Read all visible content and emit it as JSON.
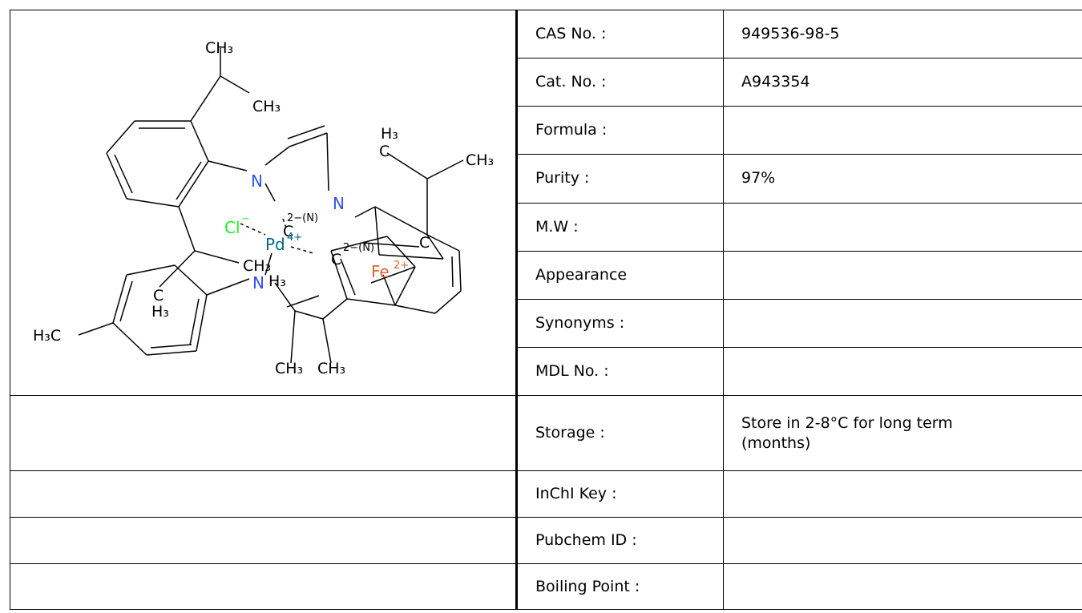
{
  "product": {
    "rows": [
      {
        "label": "CAS No. :",
        "value": "949536-98-5"
      },
      {
        "label": "Cat. No. :",
        "value": "A943354"
      },
      {
        "label": "Formula :",
        "value": ""
      },
      {
        "label": "Purity :",
        "value": "97%"
      },
      {
        "label": "M.W :",
        "value": ""
      },
      {
        "label": "Appearance",
        "value": ""
      },
      {
        "label": "Synonyms :",
        "value": ""
      },
      {
        "label": "MDL No. :",
        "value": ""
      }
    ],
    "storage": {
      "label": "Storage :",
      "line1": "Store in 2-8°C for long term",
      "line2": "(months)"
    },
    "extra_rows": [
      {
        "label": "InChI Key :",
        "value": ""
      },
      {
        "label": "Pubchem ID :",
        "value": ""
      },
      {
        "label": "Boiling Point :",
        "value": ""
      }
    ]
  },
  "structure": {
    "atoms": {
      "ch3": "CH₃",
      "h3": "H₃",
      "h3c": "H₃C",
      "c": "C",
      "n": "N",
      "pd": "Pd",
      "pd_charge": "4+",
      "fe": "Fe",
      "fe_charge": "2+",
      "cl": "Cl",
      "cl_charge": "−",
      "carbene": "2−(N)"
    },
    "colors": {
      "bond": "#000000",
      "n": "#3050f8",
      "cl": "#1ff01f",
      "pd": "#006985",
      "fe": "#e06633"
    }
  }
}
